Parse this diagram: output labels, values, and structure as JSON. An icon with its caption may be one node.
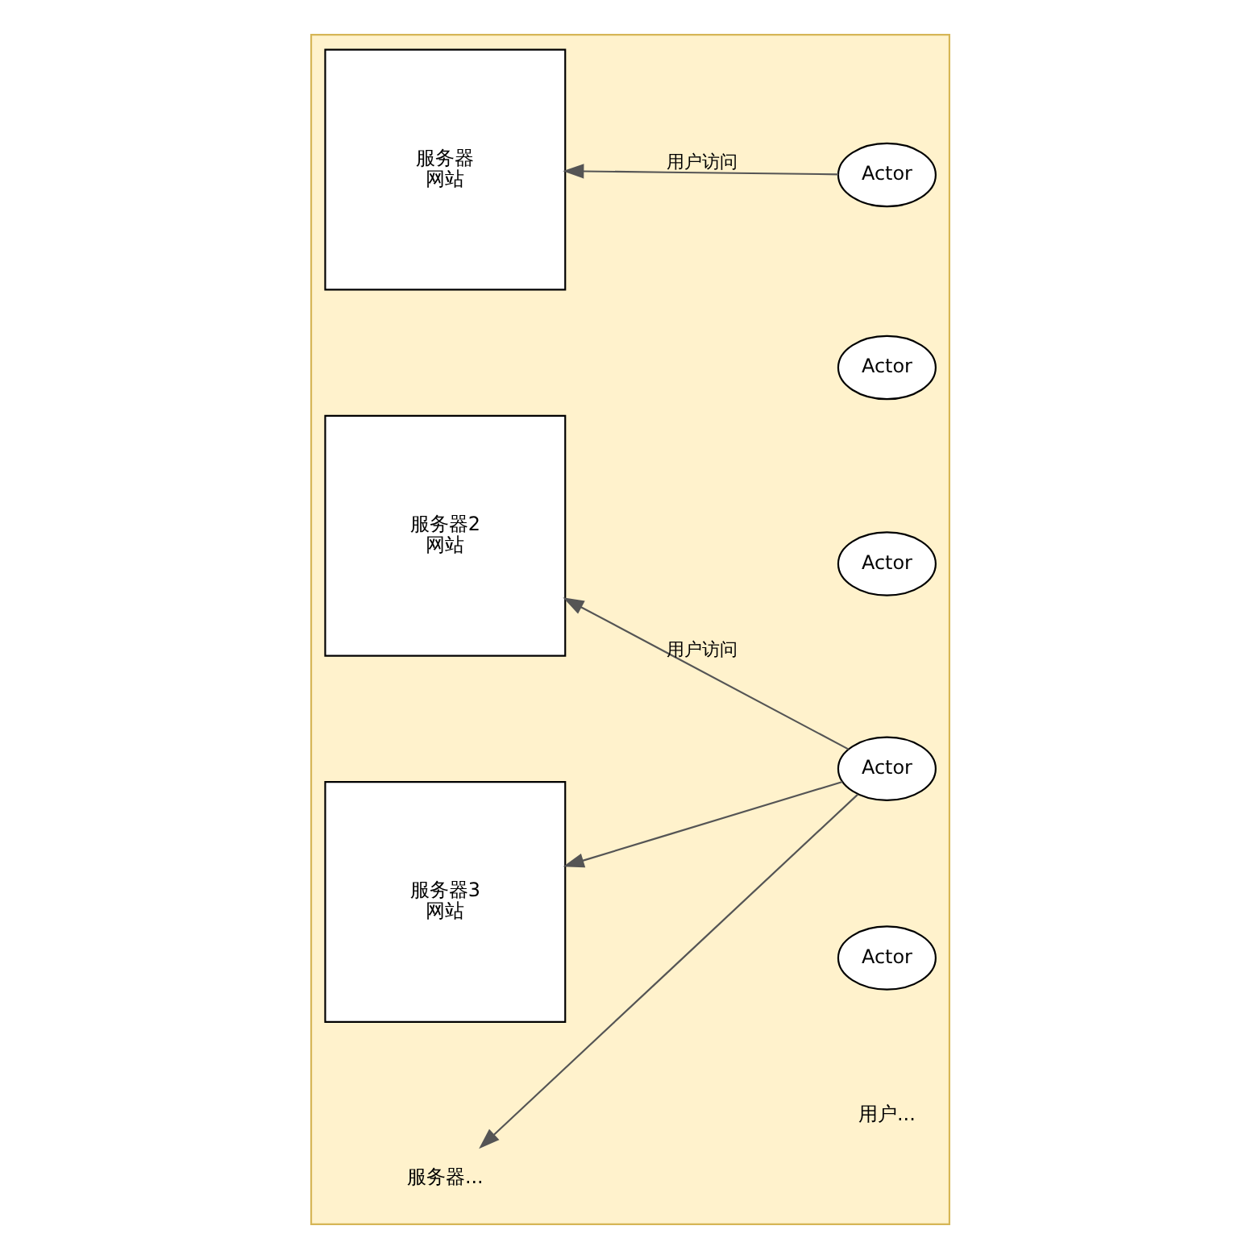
{
  "diagram": {
    "nodes": [
      {
        "text": [],
        "shape": "box"
      },
      {
        "text": [
          "服务器",
          "网站"
        ],
        "in": 0
      },
      {
        "text": [
          "服务器2",
          "网站"
        ],
        "in": 0
      },
      {
        "text": [
          "服务器3",
          "网站"
        ],
        "in": 0
      },
      {
        "text": [
          "服务器..."
        ],
        "in": 0
      },
      {
        "text": [
          "Actor"
        ],
        "in": 0
      },
      {
        "text": [
          "Actor"
        ],
        "in": 0
      },
      {
        "text": [
          "Actor"
        ],
        "in": 0
      },
      {
        "text": [
          "Actor"
        ],
        "in": 0
      },
      {
        "text": [
          "Actor"
        ],
        "in": 0
      }
    ],
    "edges": [
      {
        "from": 5,
        "to": 1,
        "arrow": "to",
        "label": "用户访问"
      },
      {
        "from": 8,
        "to": 2,
        "arrow": "to",
        "label": "用户访问"
      },
      {
        "from": 8,
        "to": 3,
        "arrow": "to"
      },
      {
        "from": 8,
        "to": 4,
        "arrow": "to"
      }
    ],
    "labels": [
      "用户..."
    ]
  }
}
